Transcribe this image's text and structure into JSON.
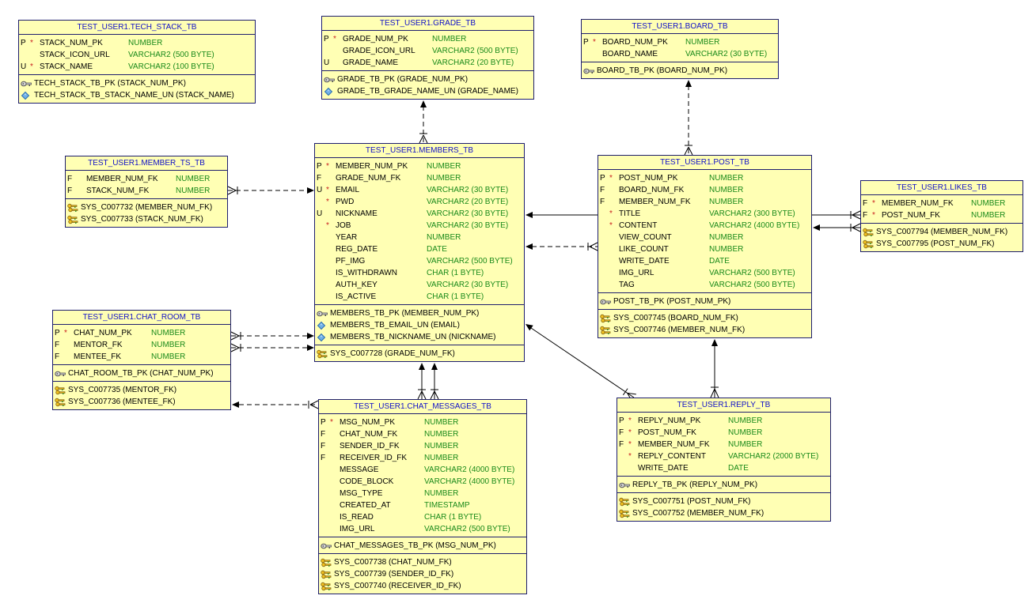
{
  "colors": {
    "table_fill": "#FFFFB4",
    "table_border": "#1E1E6E",
    "title_text": "#1010C8",
    "type_text": "#1A8A1A",
    "required_marker": "#C81E1E",
    "line": "#000000"
  },
  "tables": [
    {
      "title": "TEST_USER1.TECH_STACK_TB",
      "columns": [
        {
          "flag": "P",
          "req": "*",
          "name": "STACK_NUM_PK",
          "type": "NUMBER"
        },
        {
          "name": "STACK_ICON_URL",
          "type": "VARCHAR2 (500 BYTE)"
        },
        {
          "flag": "U",
          "req": "*",
          "name": "STACK_NAME",
          "type": "VARCHAR2 (100 BYTE)"
        }
      ],
      "keys": [
        [
          {
            "icon": "pk-key-icon",
            "text": "TECH_STACK_TB_PK (STACK_NUM_PK)"
          },
          {
            "icon": "unique-key-icon",
            "text": "TECH_STACK_TB_STACK_NAME_UN (STACK_NAME)"
          }
        ]
      ]
    },
    {
      "title": "TEST_USER1.GRADE_TB",
      "columns": [
        {
          "flag": "P",
          "req": "*",
          "name": "GRADE_NUM_PK",
          "type": "NUMBER"
        },
        {
          "name": "GRADE_ICON_URL",
          "type": "VARCHAR2 (500 BYTE)"
        },
        {
          "flag": "U",
          "name": "GRADE_NAME",
          "type": "VARCHAR2 (20 BYTE)"
        }
      ],
      "keys": [
        [
          {
            "icon": "pk-key-icon",
            "text": "GRADE_TB_PK (GRADE_NUM_PK)"
          },
          {
            "icon": "unique-key-icon",
            "text": "GRADE_TB_GRADE_NAME_UN (GRADE_NAME)"
          }
        ]
      ]
    },
    {
      "title": "TEST_USER1.BOARD_TB",
      "columns": [
        {
          "flag": "P",
          "req": "*",
          "name": "BOARD_NUM_PK",
          "type": "NUMBER"
        },
        {
          "name": "BOARD_NAME",
          "type": "VARCHAR2 (30 BYTE)"
        }
      ],
      "keys": [
        [
          {
            "icon": "pk-key-icon",
            "text": "BOARD_TB_PK (BOARD_NUM_PK)"
          }
        ]
      ]
    },
    {
      "title": "TEST_USER1.MEMBER_TS_TB",
      "columns": [
        {
          "flag": "F",
          "name": "MEMBER_NUM_FK",
          "type": "NUMBER"
        },
        {
          "flag": "F",
          "name": "STACK_NUM_FK",
          "type": "NUMBER"
        }
      ],
      "keys": [
        [
          {
            "icon": "foreign-key-icon",
            "text": "SYS_C007732 (MEMBER_NUM_FK)"
          },
          {
            "icon": "foreign-key-icon",
            "text": "SYS_C007733 (STACK_NUM_FK)"
          }
        ]
      ]
    },
    {
      "title": "TEST_USER1.MEMBERS_TB",
      "columns": [
        {
          "flag": "P",
          "req": "*",
          "name": "MEMBER_NUM_PK",
          "type": "NUMBER"
        },
        {
          "flag": "F",
          "name": "GRADE_NUM_FK",
          "type": "NUMBER"
        },
        {
          "flag": "U",
          "req": "*",
          "name": "EMAIL",
          "type": "VARCHAR2 (30 BYTE)"
        },
        {
          "req": "*",
          "name": "PWD",
          "type": "VARCHAR2 (20 BYTE)"
        },
        {
          "flag": "U",
          "name": "NICKNAME",
          "type": "VARCHAR2 (30 BYTE)"
        },
        {
          "req": "*",
          "name": "JOB",
          "type": "VARCHAR2 (30 BYTE)"
        },
        {
          "name": "YEAR",
          "type": "NUMBER"
        },
        {
          "name": "REG_DATE",
          "type": "DATE"
        },
        {
          "name": "PF_IMG",
          "type": "VARCHAR2 (500 BYTE)"
        },
        {
          "name": "IS_WITHDRAWN",
          "type": "CHAR (1 BYTE)"
        },
        {
          "name": "AUTH_KEY",
          "type": "VARCHAR2 (30 BYTE)"
        },
        {
          "name": "IS_ACTIVE",
          "type": "CHAR (1 BYTE)"
        }
      ],
      "keys": [
        [
          {
            "icon": "pk-key-icon",
            "text": "MEMBERS_TB_PK (MEMBER_NUM_PK)"
          },
          {
            "icon": "unique-key-icon",
            "text": "MEMBERS_TB_EMAIL_UN (EMAIL)"
          },
          {
            "icon": "unique-key-icon",
            "text": "MEMBERS_TB_NICKNAME_UN (NICKNAME)"
          }
        ],
        [
          {
            "icon": "foreign-key-icon",
            "text": "SYS_C007728 (GRADE_NUM_FK)"
          }
        ]
      ]
    },
    {
      "title": "TEST_USER1.POST_TB",
      "columns": [
        {
          "flag": "P",
          "req": "*",
          "name": "POST_NUM_PK",
          "type": "NUMBER"
        },
        {
          "flag": "F",
          "name": "BOARD_NUM_FK",
          "type": "NUMBER"
        },
        {
          "flag": "F",
          "name": "MEMBER_NUM_FK",
          "type": "NUMBER"
        },
        {
          "req": "*",
          "name": "TITLE",
          "type": "VARCHAR2 (300 BYTE)"
        },
        {
          "req": "*",
          "name": "CONTENT",
          "type": "VARCHAR2 (4000 BYTE)"
        },
        {
          "name": "VIEW_COUNT",
          "type": "NUMBER"
        },
        {
          "name": "LIKE_COUNT",
          "type": "NUMBER"
        },
        {
          "name": "WRITE_DATE",
          "type": "DATE"
        },
        {
          "name": "IMG_URL",
          "type": "VARCHAR2 (500 BYTE)"
        },
        {
          "name": "TAG",
          "type": "VARCHAR2 (500 BYTE)"
        }
      ],
      "keys": [
        [
          {
            "icon": "pk-key-icon",
            "text": "POST_TB_PK (POST_NUM_PK)"
          }
        ],
        [
          {
            "icon": "foreign-key-icon",
            "text": "SYS_C007745 (BOARD_NUM_FK)"
          },
          {
            "icon": "foreign-key-icon",
            "text": "SYS_C007746 (MEMBER_NUM_FK)"
          }
        ]
      ]
    },
    {
      "title": "TEST_USER1.LIKES_TB",
      "columns": [
        {
          "flag": "F",
          "req": "*",
          "name": "MEMBER_NUM_FK",
          "type": "NUMBER"
        },
        {
          "flag": "F",
          "req": "*",
          "name": "POST_NUM_FK",
          "type": "NUMBER"
        }
      ],
      "keys": [
        [
          {
            "icon": "foreign-key-icon",
            "text": "SYS_C007794 (MEMBER_NUM_FK)"
          },
          {
            "icon": "foreign-key-icon",
            "text": "SYS_C007795 (POST_NUM_FK)"
          }
        ]
      ]
    },
    {
      "title": "TEST_USER1.CHAT_ROOM_TB",
      "columns": [
        {
          "flag": "P",
          "req": "*",
          "name": "CHAT_NUM_PK",
          "type": "NUMBER"
        },
        {
          "flag": "F",
          "name": "MENTOR_FK",
          "type": "NUMBER"
        },
        {
          "flag": "F",
          "name": "MENTEE_FK",
          "type": "NUMBER"
        }
      ],
      "keys": [
        [
          {
            "icon": "pk-key-icon",
            "text": "CHAT_ROOM_TB_PK (CHAT_NUM_PK)"
          }
        ],
        [
          {
            "icon": "foreign-key-icon",
            "text": "SYS_C007735 (MENTOR_FK)"
          },
          {
            "icon": "foreign-key-icon",
            "text": "SYS_C007736 (MENTEE_FK)"
          }
        ]
      ]
    },
    {
      "title": "TEST_USER1.CHAT_MESSAGES_TB",
      "columns": [
        {
          "flag": "P",
          "req": "*",
          "name": "MSG_NUM_PK",
          "type": "NUMBER"
        },
        {
          "flag": "F",
          "name": "CHAT_NUM_FK",
          "type": "NUMBER"
        },
        {
          "flag": "F",
          "name": "SENDER_ID_FK",
          "type": "NUMBER"
        },
        {
          "flag": "F",
          "name": "RECEIVER_ID_FK",
          "type": "NUMBER"
        },
        {
          "name": "MESSAGE",
          "type": "VARCHAR2 (4000 BYTE)"
        },
        {
          "name": "CODE_BLOCK",
          "type": "VARCHAR2 (4000 BYTE)"
        },
        {
          "name": "MSG_TYPE",
          "type": "NUMBER"
        },
        {
          "name": "CREATED_AT",
          "type": "TIMESTAMP"
        },
        {
          "name": "IS_READ",
          "type": "CHAR (1 BYTE)"
        },
        {
          "name": "IMG_URL",
          "type": "VARCHAR2 (500 BYTE)"
        }
      ],
      "keys": [
        [
          {
            "icon": "pk-key-icon",
            "text": "CHAT_MESSAGES_TB_PK (MSG_NUM_PK)"
          }
        ],
        [
          {
            "icon": "foreign-key-icon",
            "text": "SYS_C007738 (CHAT_NUM_FK)"
          },
          {
            "icon": "foreign-key-icon",
            "text": "SYS_C007739 (SENDER_ID_FK)"
          },
          {
            "icon": "foreign-key-icon",
            "text": "SYS_C007740 (RECEIVER_ID_FK)"
          }
        ]
      ]
    },
    {
      "title": "TEST_USER1.REPLY_TB",
      "columns": [
        {
          "flag": "P",
          "req": "*",
          "name": "REPLY_NUM_PK",
          "type": "NUMBER"
        },
        {
          "flag": "F",
          "req": "*",
          "name": "POST_NUM_FK",
          "type": "NUMBER"
        },
        {
          "flag": "F",
          "req": "*",
          "name": "MEMBER_NUM_FK",
          "type": "NUMBER"
        },
        {
          "req": "*",
          "name": "REPLY_CONTENT",
          "type": "VARCHAR2 (2000 BYTE)"
        },
        {
          "name": "WRITE_DATE",
          "type": "DATE"
        }
      ],
      "keys": [
        [
          {
            "icon": "pk-key-icon",
            "text": "REPLY_TB_PK (REPLY_NUM_PK)"
          }
        ],
        [
          {
            "icon": "foreign-key-icon",
            "text": "SYS_C007751 (POST_NUM_FK)"
          },
          {
            "icon": "foreign-key-icon",
            "text": "SYS_C007752 (MEMBER_NUM_FK)"
          }
        ]
      ]
    }
  ]
}
